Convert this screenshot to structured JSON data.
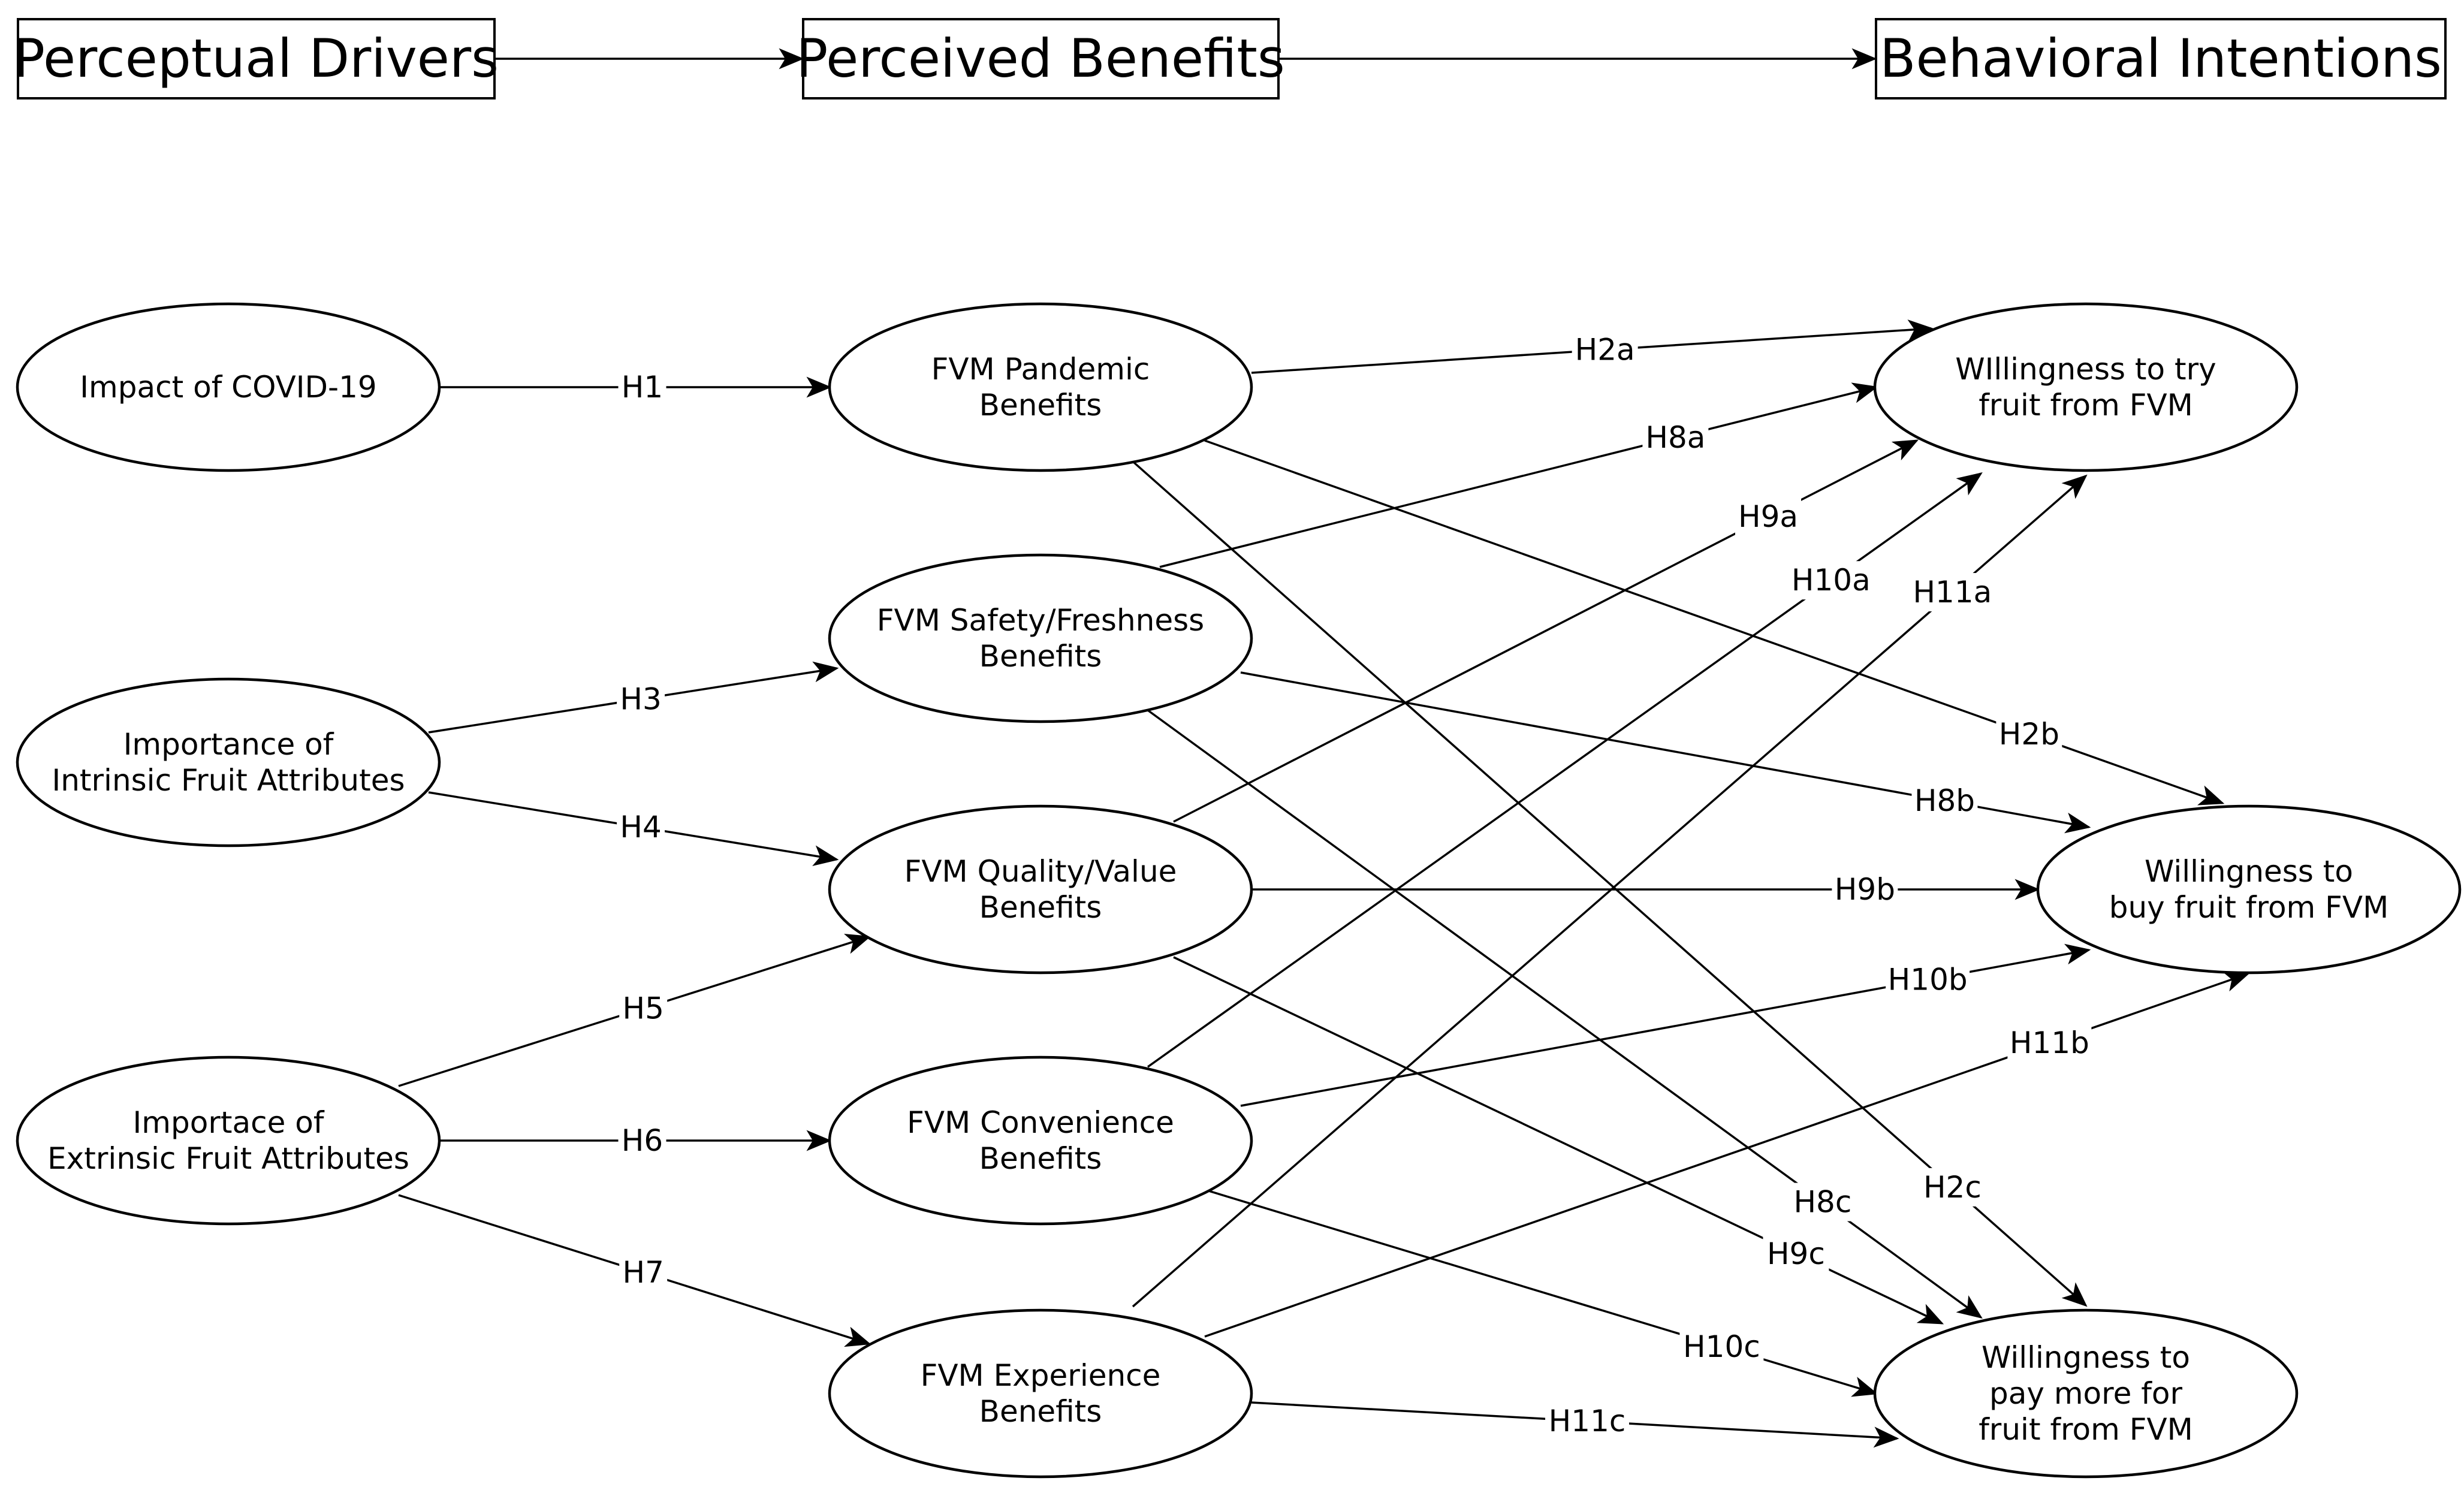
{
  "headers": [
    {
      "id": "perceptual",
      "label": "Perceptual Drivers"
    },
    {
      "id": "benefits",
      "label": "Perceived Benefits"
    },
    {
      "id": "intentions",
      "label": "Behavioral Intentions"
    }
  ],
  "nodes": [
    {
      "id": "covid",
      "lines": [
        "Impact of COVID-19"
      ]
    },
    {
      "id": "intrinsic",
      "lines": [
        "Importance of",
        "Intrinsic Fruit Attributes"
      ]
    },
    {
      "id": "extrinsic",
      "lines": [
        "Importace of",
        "Extrinsic Fruit Attributes"
      ]
    },
    {
      "id": "pandemic",
      "lines": [
        "FVM Pandemic",
        "Benefits"
      ]
    },
    {
      "id": "safety",
      "lines": [
        "FVM Safety/Freshness",
        "Benefits"
      ]
    },
    {
      "id": "quality",
      "lines": [
        "FVM Quality/Value",
        "Benefits"
      ]
    },
    {
      "id": "convenience",
      "lines": [
        "FVM Convenience",
        "Benefits"
      ]
    },
    {
      "id": "experience",
      "lines": [
        "FVM Experience",
        "Benefits"
      ]
    },
    {
      "id": "try",
      "lines": [
        "WIllingness to try",
        "fruit from FVM"
      ]
    },
    {
      "id": "buy",
      "lines": [
        "Willingness to",
        "buy fruit from FVM"
      ]
    },
    {
      "id": "paymore",
      "lines": [
        "Willingness to",
        "pay more for",
        "fruit from FVM"
      ]
    }
  ],
  "edges": [
    {
      "from": "covid",
      "to": "pandemic",
      "label": "H1"
    },
    {
      "from": "intrinsic",
      "to": "safety",
      "label": "H3"
    },
    {
      "from": "intrinsic",
      "to": "quality",
      "label": "H4"
    },
    {
      "from": "extrinsic",
      "to": "quality",
      "label": "H5"
    },
    {
      "from": "extrinsic",
      "to": "convenience",
      "label": "H6"
    },
    {
      "from": "extrinsic",
      "to": "experience",
      "label": "H7"
    },
    {
      "from": "pandemic",
      "to": "try",
      "label": "H2a"
    },
    {
      "from": "pandemic",
      "to": "buy",
      "label": "H2b"
    },
    {
      "from": "pandemic",
      "to": "paymore",
      "label": "H2c"
    },
    {
      "from": "safety",
      "to": "try",
      "label": "H8a"
    },
    {
      "from": "safety",
      "to": "buy",
      "label": "H8b"
    },
    {
      "from": "safety",
      "to": "paymore",
      "label": "H8c"
    },
    {
      "from": "quality",
      "to": "try",
      "label": "H9a"
    },
    {
      "from": "quality",
      "to": "buy",
      "label": "H9b"
    },
    {
      "from": "quality",
      "to": "paymore",
      "label": "H9c"
    },
    {
      "from": "convenience",
      "to": "try",
      "label": "H10a"
    },
    {
      "from": "convenience",
      "to": "buy",
      "label": "H10b"
    },
    {
      "from": "convenience",
      "to": "paymore",
      "label": "H10c"
    },
    {
      "from": "experience",
      "to": "try",
      "label": "H11a"
    },
    {
      "from": "experience",
      "to": "buy",
      "label": "H11b"
    },
    {
      "from": "experience",
      "to": "paymore",
      "label": "H11c"
    }
  ]
}
